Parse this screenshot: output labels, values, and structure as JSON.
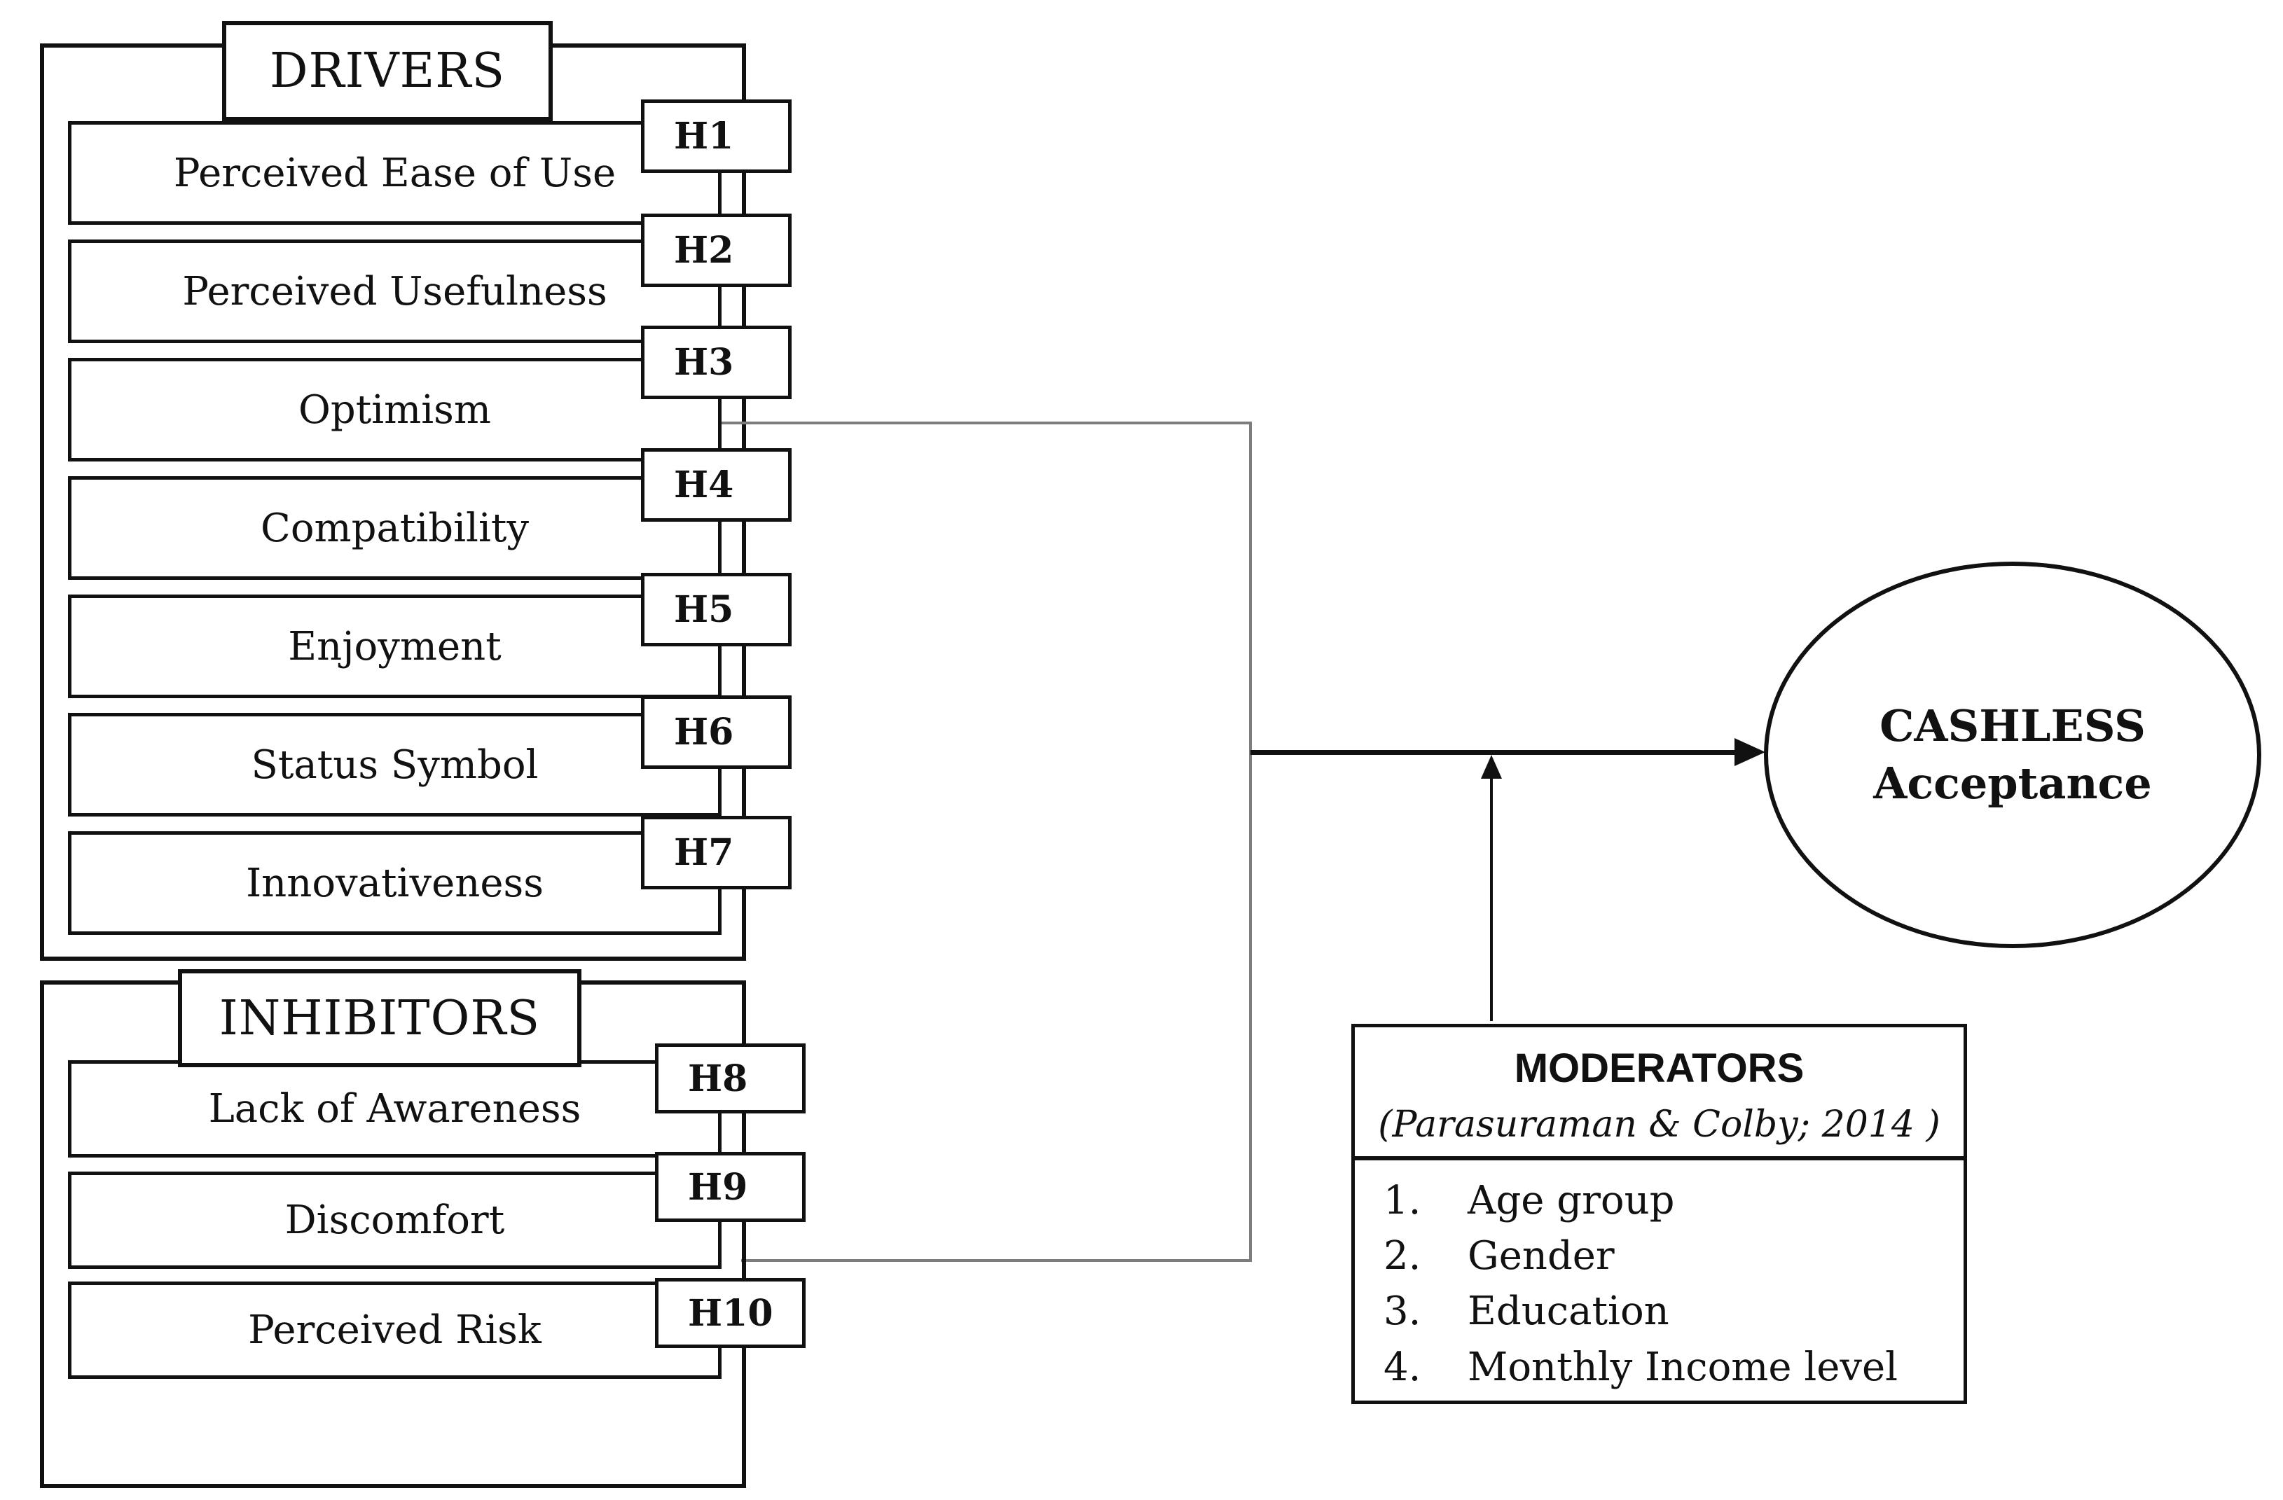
{
  "drivers": {
    "title": "DRIVERS",
    "items": [
      {
        "label": "Perceived Ease of Use",
        "h": "H1"
      },
      {
        "label": "Perceived Usefulness",
        "h": "H2"
      },
      {
        "label": "Optimism",
        "h": "H3"
      },
      {
        "label": "Compatibility",
        "h": "H4"
      },
      {
        "label": "Enjoyment",
        "h": "H5"
      },
      {
        "label": "Status Symbol",
        "h": "H6"
      },
      {
        "label": "Innovativeness",
        "h": "H7"
      }
    ]
  },
  "inhibitors": {
    "title": "INHIBITORS",
    "items": [
      {
        "label": "Lack of Awareness",
        "h": "H8"
      },
      {
        "label": "Discomfort",
        "h": "H9"
      },
      {
        "label": "Perceived Risk",
        "h": "H10"
      }
    ]
  },
  "outcome": {
    "line1": "CASHLESS",
    "line2": "Acceptance"
  },
  "moderators": {
    "title": "MODERATORS",
    "source": "(Parasuraman & Colby; 2014 )",
    "items": [
      {
        "num": "1.",
        "label": "Age group"
      },
      {
        "num": "2.",
        "label": "Gender"
      },
      {
        "num": "3.",
        "label": "Education"
      },
      {
        "num": "4.",
        "label": "Monthly Income level"
      }
    ]
  },
  "colors": {
    "border": "#111111",
    "connector_gray": "#7d7d7d",
    "background": "#ffffff"
  }
}
